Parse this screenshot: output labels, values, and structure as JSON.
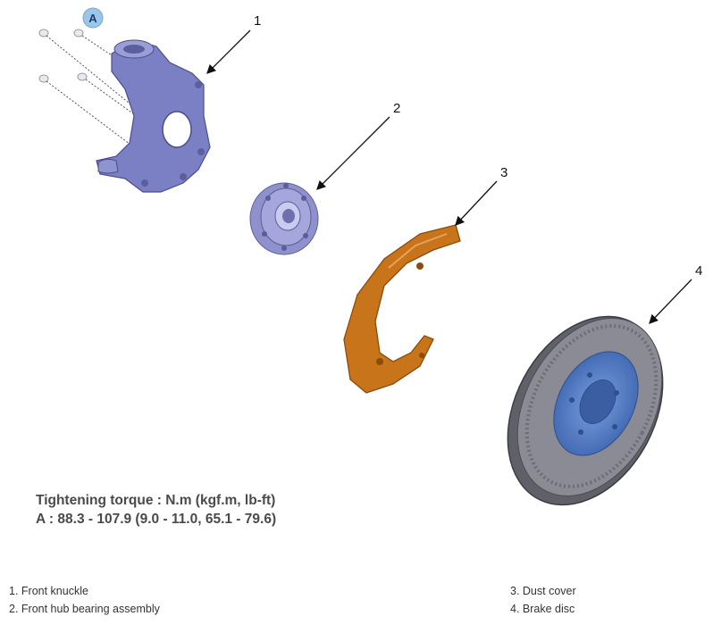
{
  "callouts": [
    "1",
    "2",
    "3",
    "4"
  ],
  "badge": "A",
  "torque": {
    "title": "Tightening torque : N.m (kgf.m, lb-ft)",
    "spec": "A : 88.3 - 107.9 (9.0 - 11.0, 65.1 - 79.6)"
  },
  "legend": {
    "left": [
      "1. Front knuckle",
      "2. Front hub bearing assembly"
    ],
    "right": [
      "3. Dust cover",
      "4. Brake disc"
    ]
  },
  "colors": {
    "knuckle": "#7b7fc4",
    "hub": "#a4a6dc",
    "dust_cover": "#c8741a",
    "disc": "#6f7079",
    "disc_hat": "#5b82c9",
    "badge": "#9cc5ea"
  }
}
